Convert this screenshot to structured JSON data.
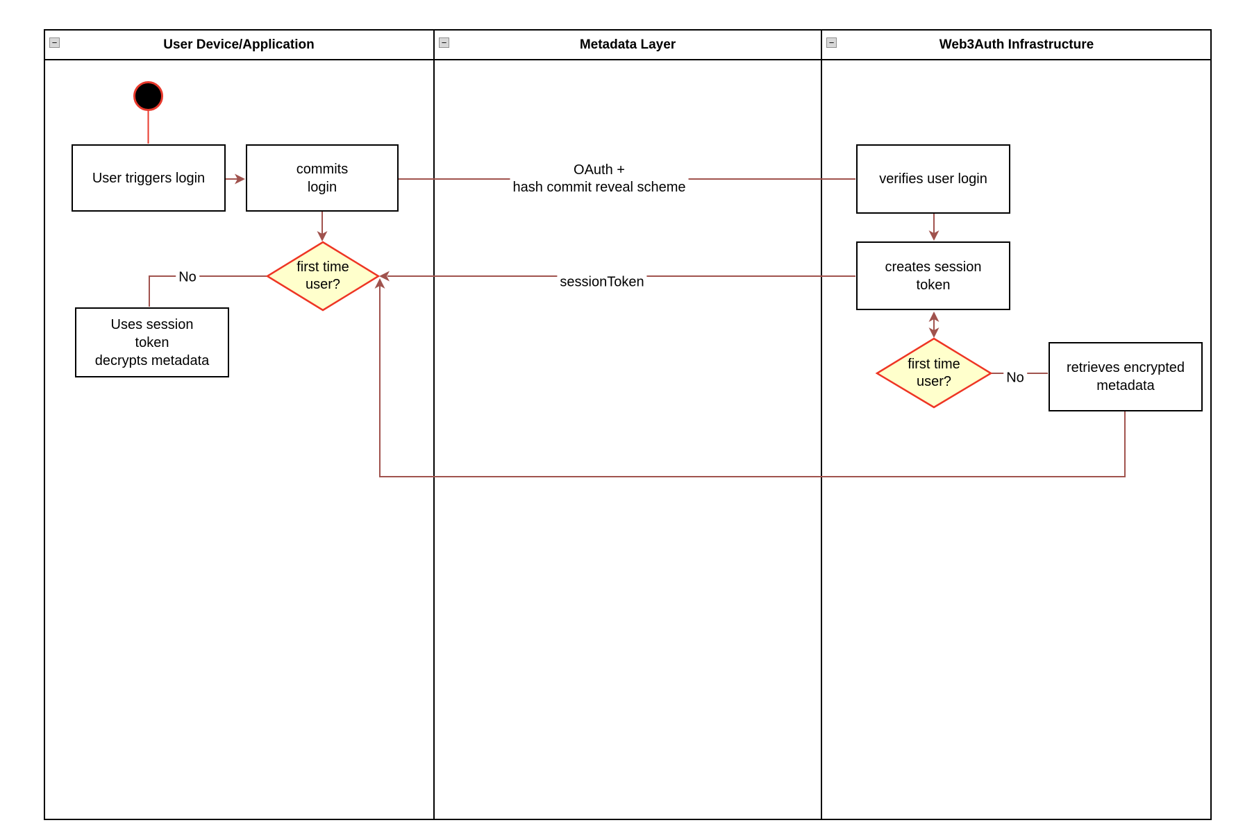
{
  "colors": {
    "connector": "#a0524d",
    "decision_border": "#ee3524",
    "decision_fill": "#ffffcc",
    "start_node_outline": "#e8392c",
    "node_border": "#000000",
    "node_fill": "#ffffff"
  },
  "lanes": [
    {
      "title": "User Device/Application",
      "collapse_glyph": "−"
    },
    {
      "title": "Metadata Layer",
      "collapse_glyph": "−"
    },
    {
      "title": "Web3Auth Infrastructure",
      "collapse_glyph": "−"
    }
  ],
  "nodes": {
    "user_triggers": "User triggers login",
    "commits": "commits\nlogin",
    "first_time_user_1": "first time\nuser?",
    "uses_session": "Uses session\ntoken\ndecrypts metadata",
    "verifies": "verifies user login",
    "creates": "creates session\ntoken",
    "first_time_user_2": "first time\nuser?",
    "retrieves": "retrieves encrypted\nmetadata"
  },
  "edge_labels": {
    "oauth": "OAuth +\nhash commit reveal scheme",
    "session_token": "sessionToken",
    "no_left": "No",
    "no_right": "No"
  }
}
